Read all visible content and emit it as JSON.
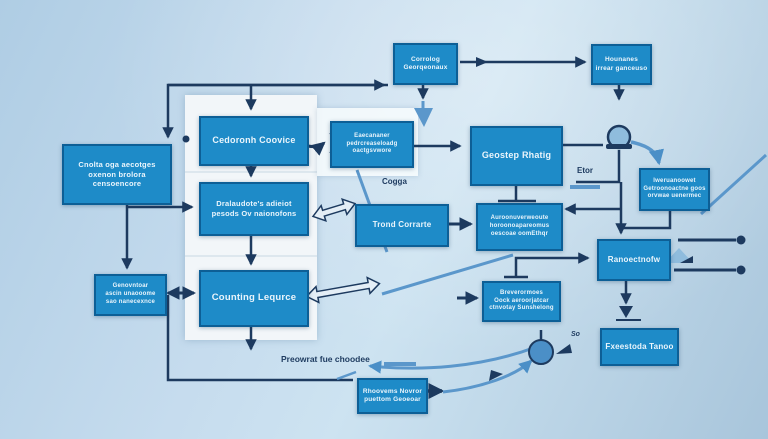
{
  "diagram": {
    "type": "flowchart",
    "colors": {
      "node_fill": "#1e8bc8",
      "node_border": "#0d5f96",
      "arrow_dark": "#1d3a5f",
      "arrow_light": "#4b8fc7",
      "panel": "#f2f6f9",
      "background_top": "#cde3f1",
      "background_bottom": "#a8c5db"
    },
    "nodes": {
      "a": {
        "l1": "Cnolta oga aecotges",
        "l2": "oxenon brolora censoencore"
      },
      "b": {
        "l1": "Cedoronh Coovice"
      },
      "c": {
        "l1": "Dralaudote's adieiot",
        "l2": "pesods Ov naionofons"
      },
      "d": {
        "l1": "Counting Lequrce"
      },
      "e": {
        "l1": "Genovntoar",
        "l2": "ascin unaooome",
        "l3": "sao nanecexnce"
      },
      "f": {
        "l1": "Corrolog",
        "l2": "Georqeonaux"
      },
      "g": {
        "l1": "Hounanes",
        "l2": "irrear ganceuso"
      },
      "h": {
        "l1": "Geostep Rhatig"
      },
      "i": {
        "l1": "Eaecananer",
        "l2": "pedrcreaseloadg",
        "l3": "oactgsvwore"
      },
      "j": {
        "l1": "Trond Corrarte"
      },
      "k": {
        "l1": "Auroonuverweoute",
        "l2": "horoonoapareomus",
        "l3": "oescoae oomEthqr"
      },
      "l": {
        "l1": "Iweruanoowet",
        "l2": "Getroonoactne goos",
        "l3": "orvwae uenermec"
      },
      "m": {
        "l1": "Ranoectnofw"
      },
      "n": {
        "l1": "Breverormoes",
        "l2": "Oock aeroorjatcar",
        "l3": "ctnvotay Sunshelong"
      },
      "o": {
        "l1": "Fxeestoda Tanoo"
      },
      "p": {
        "l1": "Rhoovems Novror",
        "l2": "puettom Geoeoar"
      }
    },
    "labels": {
      "cogga": "Cogga",
      "etor": "Etor",
      "preowrat": "Preowrat fue choodee",
      "so": "So"
    }
  }
}
